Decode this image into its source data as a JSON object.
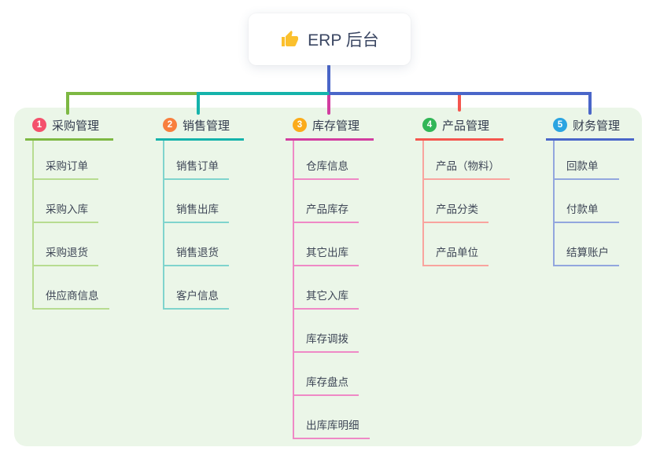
{
  "canvas": {
    "background": "#ffffff",
    "panel_background": "#ebf6e8"
  },
  "root": {
    "icon_name": "thumbs-up-icon",
    "icon_color": "#fbc02d",
    "label": "ERP 后台"
  },
  "connector": {
    "root_line_color": "#4a66c9"
  },
  "branches": [
    {
      "number": "1",
      "title": "采购管理",
      "badge_color": "#f4516c",
      "line_color": "#7db843",
      "child_line_color": "#b7dc90",
      "children": [
        "采购订单",
        "采购入库",
        "采购退货",
        "供应商信息"
      ]
    },
    {
      "number": "2",
      "title": "销售管理",
      "badge_color": "#f87f3e",
      "line_color": "#15b3ab",
      "child_line_color": "#7fd4cd",
      "children": [
        "销售订单",
        "销售出库",
        "销售退货",
        "客户信息"
      ]
    },
    {
      "number": "3",
      "title": "库存管理",
      "badge_color": "#fbab1a",
      "line_color": "#d23da0",
      "child_line_color": "#ef89c6",
      "children": [
        "仓库信息",
        "产品库存",
        "其它出库",
        "其它入库",
        "库存调拨",
        "库存盘点",
        "出库库明细"
      ]
    },
    {
      "number": "4",
      "title": "产品管理",
      "badge_color": "#31b657",
      "line_color": "#f4564e",
      "child_line_color": "#f9a49e",
      "children": [
        "产品（物料）",
        "产品分类",
        "产品单位"
      ]
    },
    {
      "number": "5",
      "title": "财务管理",
      "badge_color": "#2ba4e1",
      "line_color": "#4a66c9",
      "child_line_color": "#92a6de",
      "children": [
        "回款单",
        "付款单",
        "结算账户"
      ]
    }
  ]
}
